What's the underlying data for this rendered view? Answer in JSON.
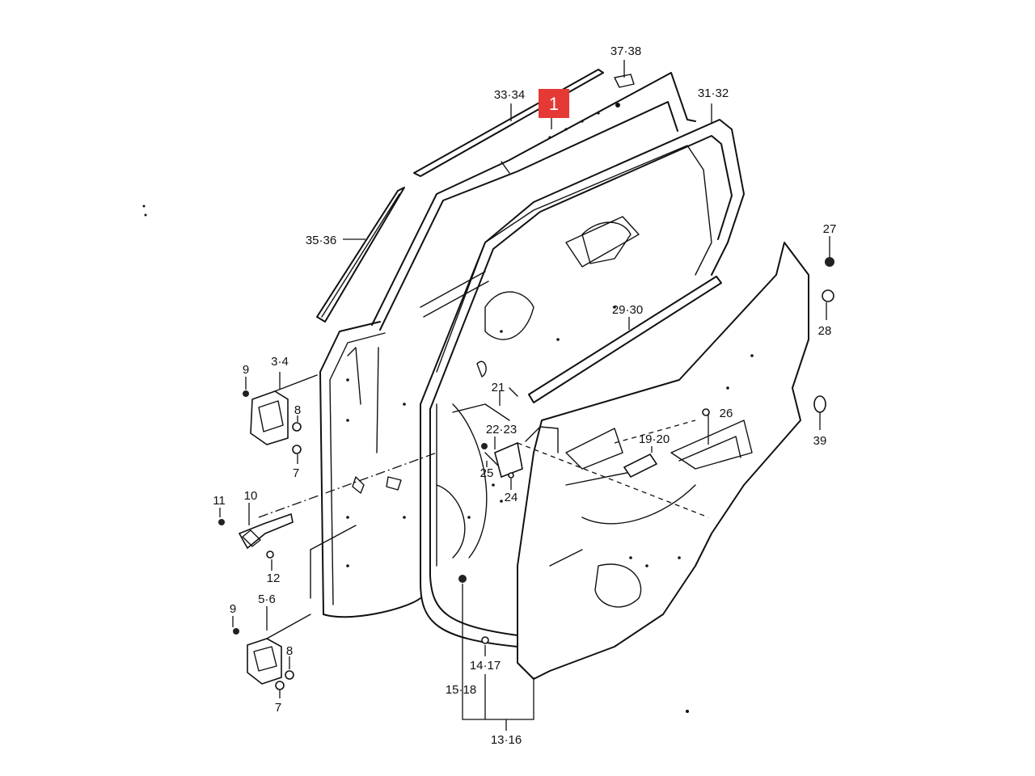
{
  "callout": {
    "label": "1",
    "color": "#e53935"
  },
  "parts": {
    "p3738": "37·38",
    "p3334": "33·34",
    "p3132": "31·32",
    "p3536": "35·36",
    "p2930": "29·30",
    "p27": "27",
    "p28": "28",
    "p39": "39",
    "p26": "26",
    "p1920": "19·20",
    "p21": "21",
    "p2223": "22·23",
    "p25": "25",
    "p24": "24",
    "p34": "3·4",
    "p9a": "9",
    "p8a": "8",
    "p7a": "7",
    "p11": "11",
    "p10": "10",
    "p12": "12",
    "p56": "5·6",
    "p9b": "9",
    "p8b": "8",
    "p7b": "7",
    "p1417": "14·17",
    "p1518": "15·18",
    "p1316": "13·16"
  }
}
